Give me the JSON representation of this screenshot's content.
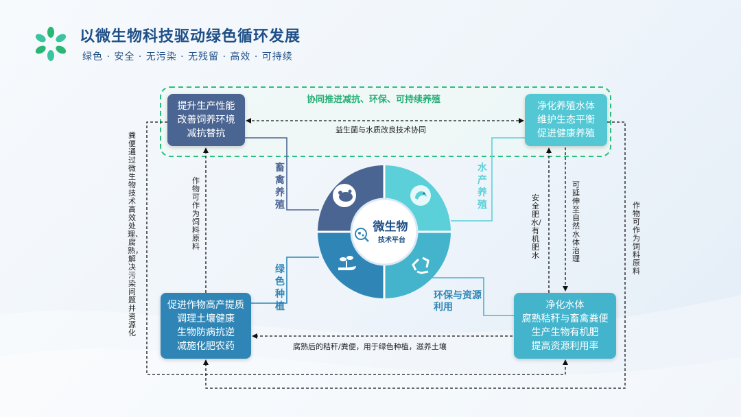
{
  "header": {
    "title": "以微生物科技驱动绿色循环发展",
    "subtitle": "绿色 · 安全 · 无污染 · 无残留 · 高效 · 可持续"
  },
  "colors": {
    "accent_green": "#27ae76",
    "dark_blue": "#1f4f86",
    "sector_livestock": "#4b6592",
    "sector_aquaculture": "#5bd0d8",
    "sector_planting": "#2f86b6",
    "sector_recycle": "#44b4cc"
  },
  "top_band": {
    "title": "协同推进减抗、环保、可持续养殖"
  },
  "center": {
    "main": "微生物",
    "sub": "技术平台",
    "icons": [
      "livestock-icon",
      "shrimp-icon",
      "plant-hand-icon",
      "recycle-icon",
      "microbe-magnifier-icon"
    ]
  },
  "sectors": {
    "livestock": "畜禽养殖",
    "aquaculture": "水产养殖",
    "planting": "绿色种植",
    "recycle": "环保与资源利用"
  },
  "boxes": {
    "top_left": [
      "提升生产性能",
      "改善饲养环境",
      "减抗替抗"
    ],
    "top_right": [
      "净化养殖水体",
      "维护生态平衡",
      "促进健康养殖"
    ],
    "bottom_left": [
      "促进作物高产提质",
      "调理土壤健康",
      "生物防病抗逆",
      "减施化肥农药"
    ],
    "bottom_right": [
      "净化水体",
      "腐熟秸秆与畜禽粪便",
      "生产生物有机肥",
      "提高资源利用率"
    ]
  },
  "connectors": {
    "top_horizontal": "益生菌与水质改良技术协同",
    "bottom_horizontal": "腐熟后的秸秆/粪便，用于绿色种植，滋养土壤",
    "left_outer": "粪便通过微生物技术高效处理、腐熟，解决污染问题并资源化",
    "left_inner": "作物可作为饲料原料",
    "right_inner_1": "安全肥水/有机肥水",
    "right_inner_2": "可延伸至自然水体治理",
    "right_outer": "作物可作为饲料原料"
  }
}
